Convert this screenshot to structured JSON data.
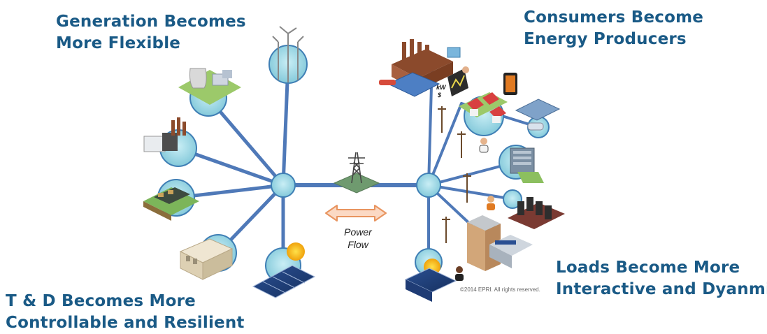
{
  "captions": {
    "generation": [
      "Generation Becomes",
      "More Flexible"
    ],
    "consumers": [
      "Consumers Become",
      "Energy Producers"
    ],
    "loads": [
      "Loads Become More",
      "Interactive and Dyanmic"
    ],
    "td": [
      "T & D Becomes More",
      "Controllable and Resilient"
    ]
  },
  "power_flow": [
    "Power",
    "Flow"
  ],
  "copyright": "©2014 EPRI. All rights reserved.",
  "meter_labels": {
    "kw": "kW",
    "dollar": "$"
  },
  "colors": {
    "caption": "#1a5a86",
    "line": "#4f79b8",
    "node_fill": "#8fd3e0",
    "node_stroke": "#3f7fb5",
    "arrow_fill": "#fbd9c4",
    "arrow_stroke": "#e8945f"
  },
  "icons": {
    "left": [
      "wind-turbines-icon",
      "nuclear-plant-icon",
      "coal-plant-icon",
      "hydro-dam-icon",
      "factory-icon",
      "solar-panel-icon"
    ],
    "center": "transmission-tower-icon",
    "right": [
      "industrial-plant-icon",
      "smart-meter-icon",
      "solar-homes-icon",
      "smartphone-icon",
      "electric-vehicle-icon",
      "person-icon",
      "data-center-icon",
      "person-icon",
      "battery-storage-icon",
      "office-buildings-icon",
      "person-icon",
      "solar-panel-icon"
    ]
  }
}
